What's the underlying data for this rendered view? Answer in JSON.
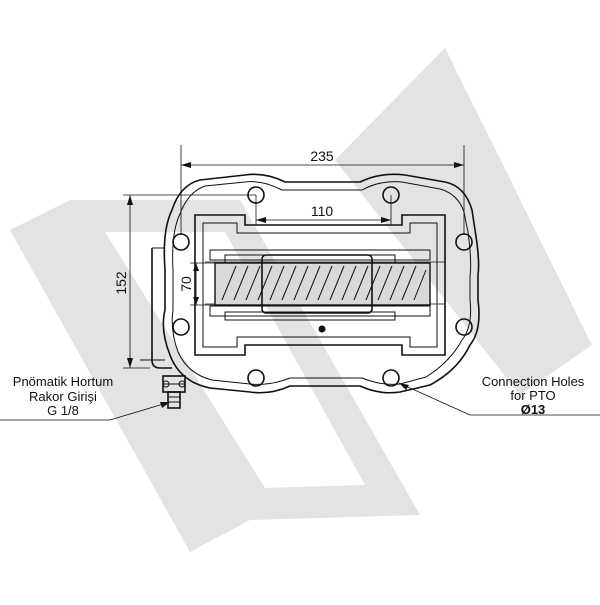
{
  "dimensions": {
    "overall_width": "235",
    "hole_spacing": "110",
    "overall_height": "152",
    "gear_height": "70"
  },
  "annotations": {
    "left": {
      "line1": "Pnömatik Hortum",
      "line2": "Rakor Girişi",
      "line3": "G 1/8"
    },
    "right": {
      "line1": "Connection Holes",
      "line2": "for PTO",
      "line3": "Ø13"
    }
  },
  "colors": {
    "watermark": "#e3e3e3",
    "line": "#111111",
    "gear_fill": "#d9d9d9"
  }
}
